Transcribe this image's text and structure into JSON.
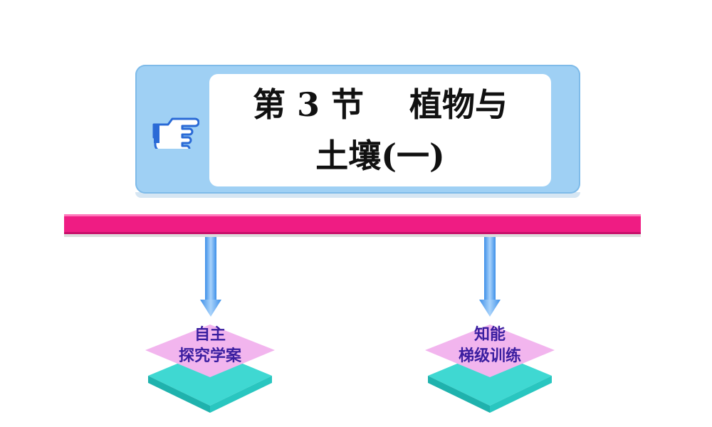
{
  "title": {
    "line1": "第 3 节    植物与",
    "line2": "土壤(一)"
  },
  "icons": {
    "pointer": "pointing-hand-icon",
    "arrow": "down-arrow-icon"
  },
  "nodes": [
    {
      "line1": "自主",
      "line2": "探究学案"
    },
    {
      "line1": "知能",
      "line2": "梯级训练"
    }
  ],
  "colors": {
    "frame": "#9fd0f4",
    "divider": "#ef1c83",
    "diamond_top": "#f2b5ee",
    "diamond_base": "#3fd8d2",
    "node_text": "#3a1ea0",
    "arrow": "#6fb4f2"
  }
}
